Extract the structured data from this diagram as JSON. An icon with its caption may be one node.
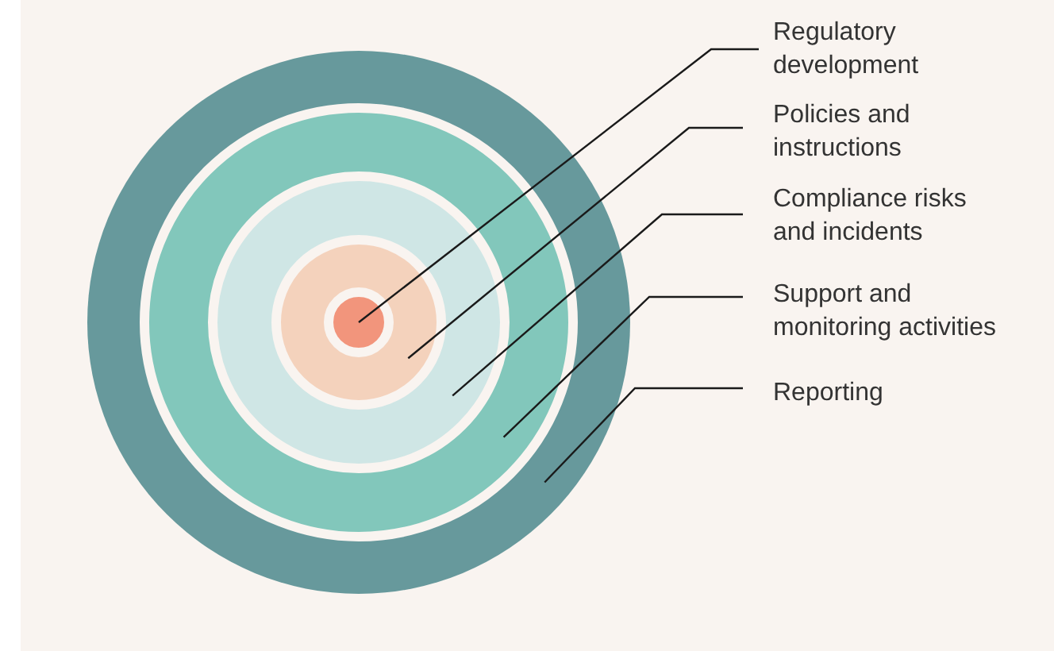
{
  "diagram": {
    "nodes": [
      {
        "text": [
          "Regulatory development"
        ]
      },
      {
        "text": [
          "Policies and instructions"
        ]
      },
      {
        "text": [
          "Compliance risks and incidents"
        ]
      },
      {
        "text": [
          "Support and monitoring activities"
        ]
      },
      {
        "text": [
          "Reporting"
        ]
      },
      {
        "text": [],
        "shape": "circle"
      },
      {
        "text": [],
        "shape": "circle",
        "in": 5
      },
      {
        "text": [],
        "shape": "circle",
        "in": 6
      },
      {
        "text": [],
        "shape": "circle",
        "in": 7
      },
      {
        "text": [],
        "shape": "circle",
        "in": 8
      }
    ],
    "edges": [
      {
        "from": 0,
        "to": 9,
        "arrow": "none"
      },
      {
        "from": 1,
        "to": 8,
        "arrow": "none"
      },
      {
        "from": 2,
        "to": 7,
        "arrow": "none"
      },
      {
        "from": 3,
        "to": 6,
        "arrow": "none"
      },
      {
        "from": 4,
        "to": 5,
        "arrow": "none"
      }
    ]
  }
}
